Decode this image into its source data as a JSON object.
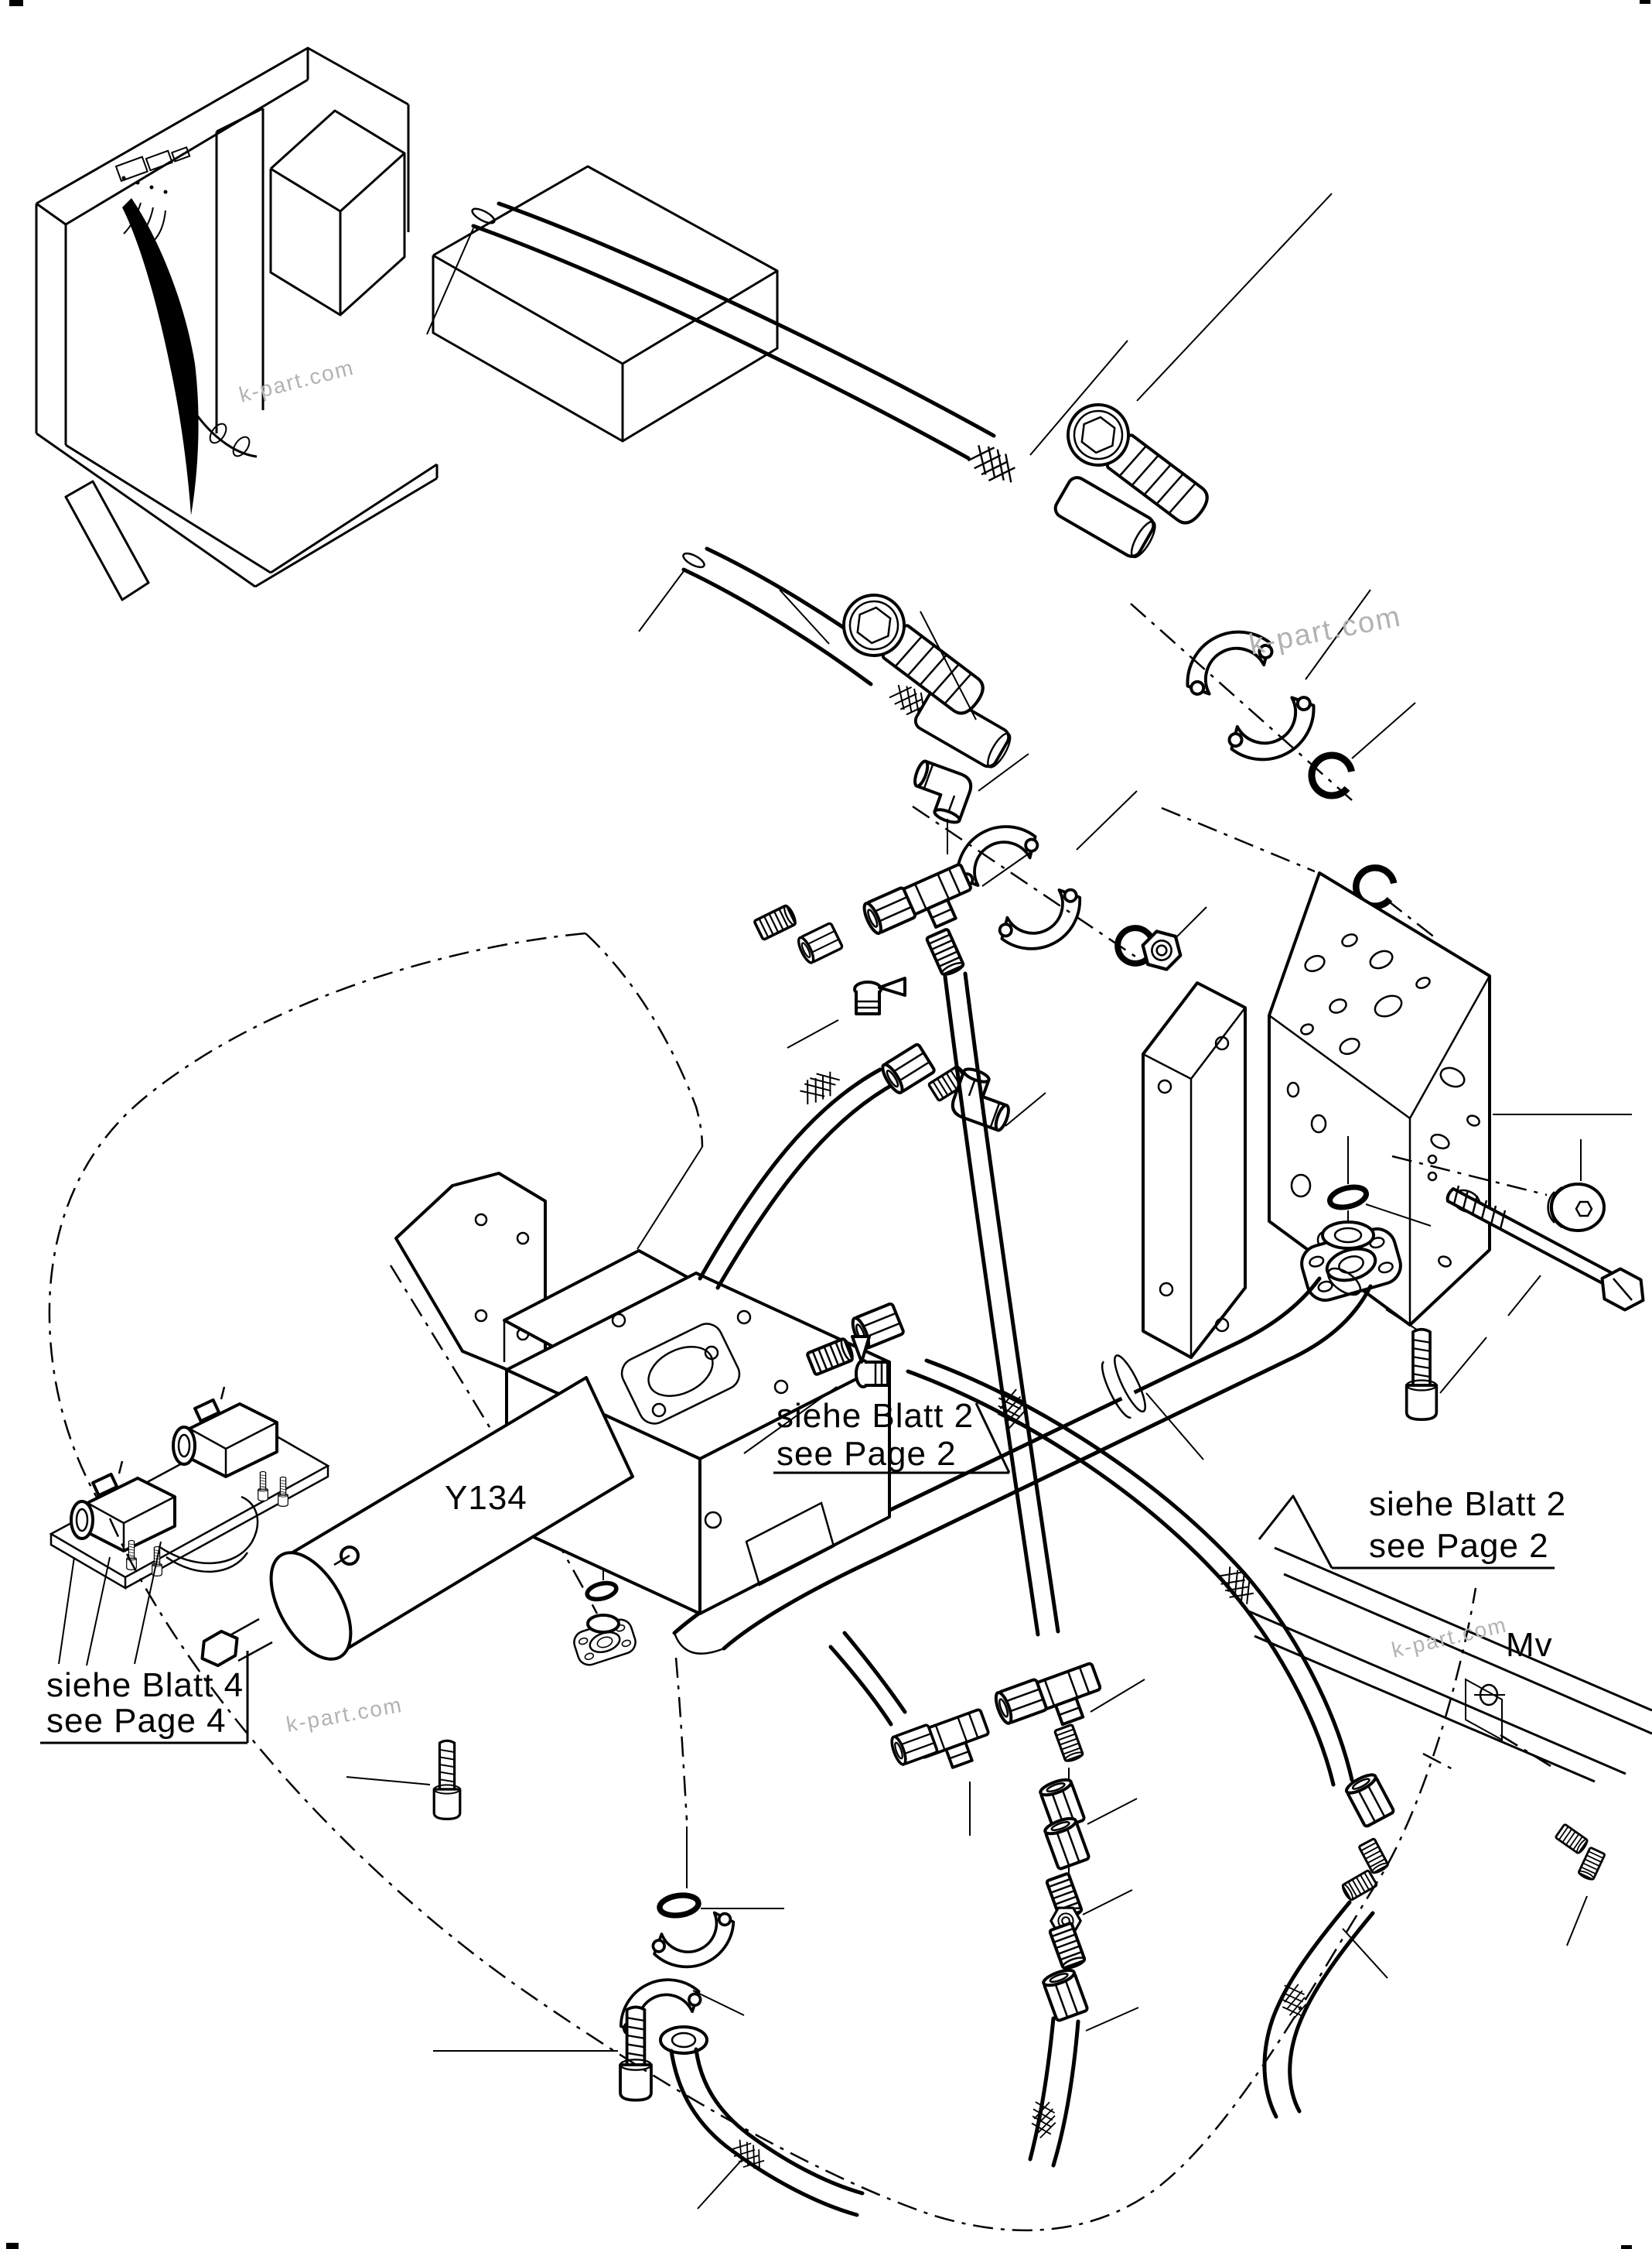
{
  "page": {
    "background": "#ffffff",
    "line_color": "#000000",
    "watermark_color": "#b2b2b2"
  },
  "figure": {
    "type": "exploded-parts-diagram",
    "subject": "hydraulic piping and pump installation with machine location inset"
  },
  "labels": {
    "pump_id": "Y134",
    "port_id": "Mv"
  },
  "notes": {
    "center": {
      "line1": "siehe Blatt 2",
      "line2": "see Page 2"
    },
    "right": {
      "line1": "siehe Blatt 2",
      "line2": "see Page 2"
    },
    "left": {
      "line1": "siehe Blatt 4",
      "line2": "see Page 4"
    }
  },
  "watermark": {
    "text": "k-part.com"
  }
}
